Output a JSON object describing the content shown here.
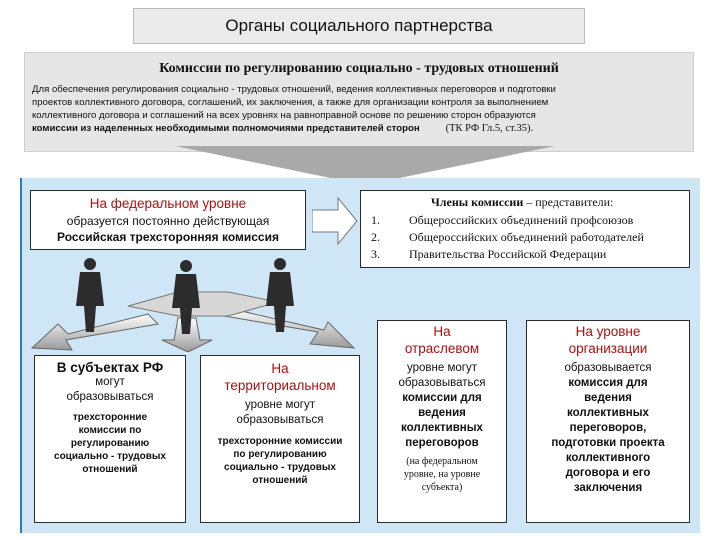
{
  "title": "Органы социального партнерства",
  "commission": {
    "heading": "Комиссии по регулированию социально - трудовых отношений",
    "lines": [
      "Для обеспечения регулирования социально - трудовых отношений, ведения коллективных переговоров и подготовки",
      "проектов коллективного договора, соглашений, их заключения, а также для организации контроля за выполнением",
      "коллективного договора и соглашений на всех уровнях на равноправной основе по решению сторон образуются"
    ],
    "last_line_bold": "комиссии из наделенных необходимыми полномочиями представителей сторон",
    "reference": "(ТК РФ Гл.5, ст.35)."
  },
  "federal": {
    "heading": "На федеральном уровне",
    "line1": "образуется постоянно действующая",
    "line2": "Российская трехсторонняя комиссия"
  },
  "members": {
    "title_bold": "Члены комиссии",
    "title_rest": " – представители:",
    "items": [
      {
        "num": "1.",
        "text": "Общероссийских объединений профсоюзов"
      },
      {
        "num": "2.",
        "text": "Общероссийских объединений работодателей"
      },
      {
        "num": "3.",
        "text": "Правительства Российской Федерации"
      }
    ]
  },
  "subjects": {
    "heading": "В субъектах РФ",
    "lines": [
      "могут",
      "образовываться"
    ],
    "bold_lines": [
      "трехсторонние",
      "комиссии по",
      "регулированию",
      "социально - трудовых",
      "отношений"
    ]
  },
  "territorial": {
    "heading_lines": [
      "На",
      "территориальном"
    ],
    "lines": [
      "уровне могут",
      "образовываться"
    ],
    "bold_lines": [
      "трехсторонние комиссии",
      "по регулированию",
      "социально - трудовых",
      "отношений"
    ]
  },
  "sectoral": {
    "heading_lines": [
      "На",
      "отраслевом"
    ],
    "lines": [
      "уровне могут",
      "образовываться"
    ],
    "bold_lines": [
      "комиссии для",
      "ведения",
      "коллективных",
      "переговоров"
    ],
    "note_lines": [
      "(на федеральном",
      "уровне, на уровне",
      "субъекта)"
    ]
  },
  "organization": {
    "heading_lines": [
      "На уровне",
      "организации"
    ],
    "first_line": "образовывается",
    "bold_lines": [
      "комиссия для",
      "ведения",
      "коллективных",
      "переговоров,",
      "подготовки проекта",
      "коллективного",
      "договора и его",
      "заключения"
    ]
  },
  "colors": {
    "heading_red": "#aa1111",
    "panel_blue": "#cfe6f7",
    "arrow_gray": "#a9a9a9"
  },
  "icons": [
    "person-figure-icon",
    "arrow-icon"
  ]
}
